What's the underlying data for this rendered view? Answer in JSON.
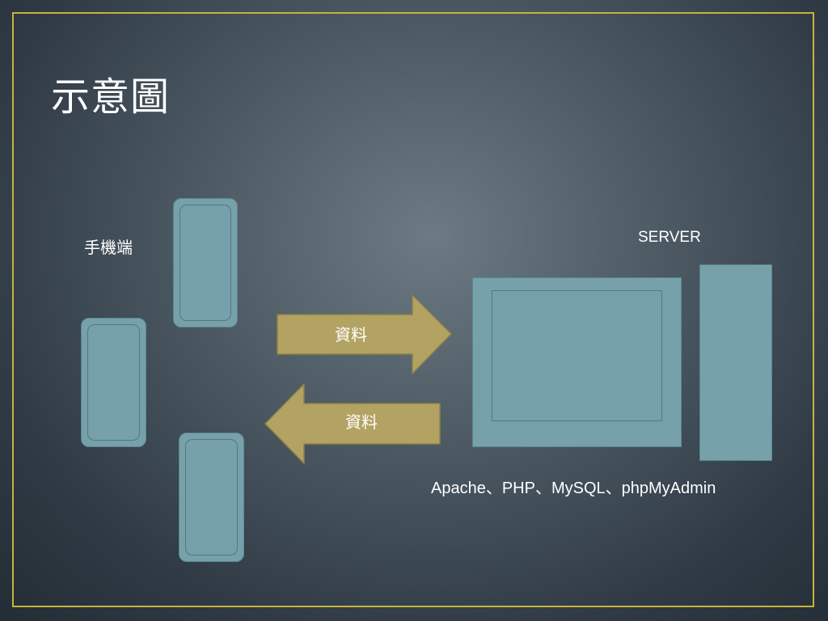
{
  "slide": {
    "title": "示意圖",
    "client_label": "手機端",
    "server_label": "SERVER",
    "arrow_send_label": "資料",
    "arrow_receive_label": "資料",
    "software_stack": "Apache、PHP、MySQL、phpMyAdmin"
  },
  "colors": {
    "frame_border": "#c7b33a",
    "device_fill": "#76a1aa",
    "arrow_fill": "#b2a363",
    "text": "#ffffff"
  }
}
